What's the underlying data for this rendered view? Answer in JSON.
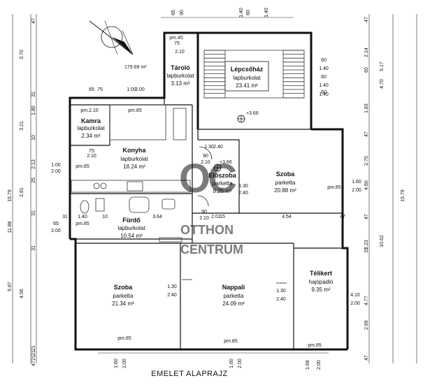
{
  "title": "EMELET ALAPRAJZ",
  "total_area": "179.69 m²",
  "watermark": {
    "line1": "OTTHON",
    "line2": "CENTRUM"
  },
  "level_marks": [
    "+3.66",
    "+3.66"
  ],
  "rooms": [
    {
      "id": "lepcsohaz",
      "name": "Lépcsőház",
      "floor": "lapburkolat",
      "area": "23.41 m²"
    },
    {
      "id": "tarolo",
      "name": "Tároló",
      "floor": "lapburkolat",
      "area": "3.13 m²"
    },
    {
      "id": "kamra",
      "name": "Kamra",
      "floor": "lapburkolat",
      "area": "2.34 m²"
    },
    {
      "id": "konyha",
      "name": "Konyha",
      "floor": "lapburkolat",
      "area": "18.24 m²"
    },
    {
      "id": "eloszoba",
      "name": "Előszoba",
      "floor": "parketta",
      "area": "9.25 m²"
    },
    {
      "id": "szoba1",
      "name": "Szoba",
      "floor": "parketta",
      "area": "20.88 m²"
    },
    {
      "id": "furdo",
      "name": "Fürdő",
      "floor": "lapburkolat",
      "area": "10.54 m²"
    },
    {
      "id": "szoba2",
      "name": "Szoba",
      "floor": "parketta",
      "area": "21.34 m²"
    },
    {
      "id": "nappali",
      "name": "Nappali",
      "floor": "parketta",
      "area": "24.09 m²"
    },
    {
      "id": "tellikert",
      "name": "Télikert",
      "floor": "hajópadló",
      "area": "9.35 m²"
    }
  ],
  "dims": {
    "top": [
      "65",
      "90",
      "1.40",
      "60",
      "1.40"
    ],
    "left_outer": [
      "15.79",
      "11.88",
      "5.87"
    ],
    "left_mid": [
      "3.70",
      "3.21",
      "2.81",
      "4.56"
    ],
    "left_inner": [
      "47",
      "31",
      "1.80",
      "10",
      "2.13",
      "25",
      "31",
      "31",
      "21",
      "21",
      "21",
      "47"
    ],
    "right_inner": [
      "47",
      "2.14",
      "60",
      "1.83",
      "47",
      "2.70",
      "4.60",
      "47",
      "5.23",
      "31",
      "4.77",
      "2.69",
      "47"
    ],
    "right_mid": [
      "5.17",
      "4.70",
      "10.62"
    ],
    "right_outer": [
      "15.79"
    ],
    "window_right": [
      "60",
      "1.40",
      "60",
      "1.40",
      "60",
      "1.40"
    ],
    "bottom": [
      "1.60",
      "2.00",
      "1.60",
      "2.00",
      "1.68",
      "2.00"
    ],
    "interior": [
      "pm.45",
      "75",
      "2.10",
      "65",
      "75",
      "1.00",
      "2.00",
      "pm.2.10",
      "pm.85",
      "75",
      "2.10",
      "1.00",
      "2.00",
      "pm.85",
      "1.30",
      "2.40",
      "90",
      "2.10",
      "1.30",
      "2.40",
      "pm.85",
      "1.60",
      "2.00",
      "31",
      "1.40",
      "10",
      "3.64",
      "90",
      "2.10",
      "2.01",
      "15",
      "4.54",
      "47",
      "65",
      "2.00",
      "pm.85",
      "1.30",
      "2.40",
      "1.30",
      "2.40",
      "4.10",
      "2.00",
      "pm.85",
      "pm.85",
      "pm.85"
    ]
  }
}
